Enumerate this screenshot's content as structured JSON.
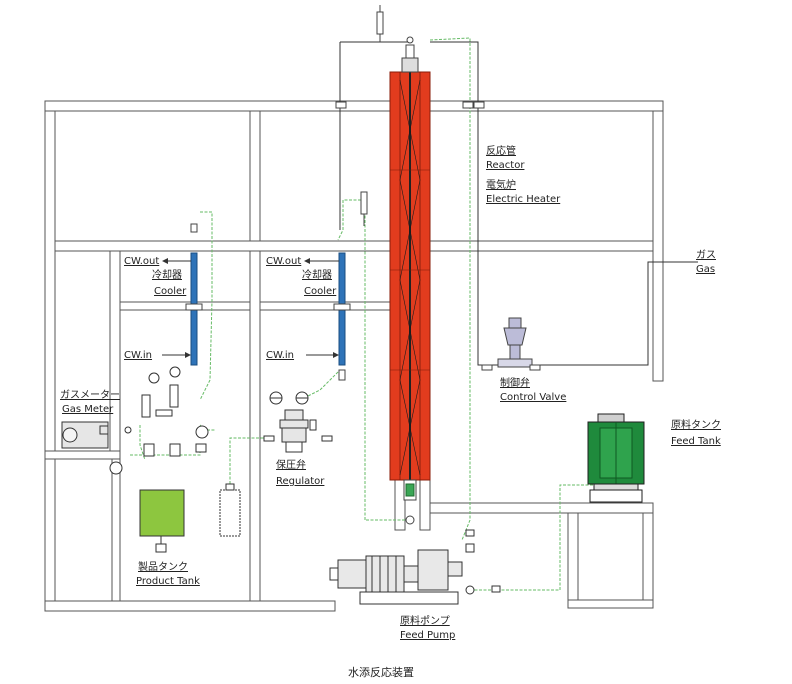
{
  "diagram": {
    "caption": "水添反応装置",
    "reactor": {
      "jp": "反応管",
      "en": "Reactor"
    },
    "heater": {
      "jp": "電気炉",
      "en": "Electric Heater"
    },
    "gas": {
      "jp": "ガス",
      "en": "Gas"
    },
    "control_valve": {
      "jp": "制御弁",
      "en": "Control Valve"
    },
    "feed_tank": {
      "jp": "原料タンク",
      "en": "Feed Tank"
    },
    "feed_pump": {
      "jp": "原料ポンプ",
      "en": "Feed Pump"
    },
    "gas_meter": {
      "jp": "ガスメーター",
      "en": "Gas Meter"
    },
    "product_tank": {
      "jp": "製品タンク",
      "en": "Product Tank"
    },
    "regulator": {
      "jp": "保圧弁",
      "en": "Regulator"
    },
    "cooler_left": {
      "cw_out": "CW.out",
      "cw_in": "CW.in",
      "jp": "冷却器",
      "en": "Cooler"
    },
    "cooler_right": {
      "cw_out": "CW.out",
      "cw_in": "CW.in",
      "jp": "冷却器",
      "en": "Cooler"
    }
  },
  "colors": {
    "frame": "#555555",
    "reactor": "#e23c1e",
    "cooler": "#2e73b8",
    "product_tank": "#8dc63f",
    "feed_tank": "#1f8a3c",
    "flow_line": "#66bb66",
    "equipment": "#888888"
  }
}
